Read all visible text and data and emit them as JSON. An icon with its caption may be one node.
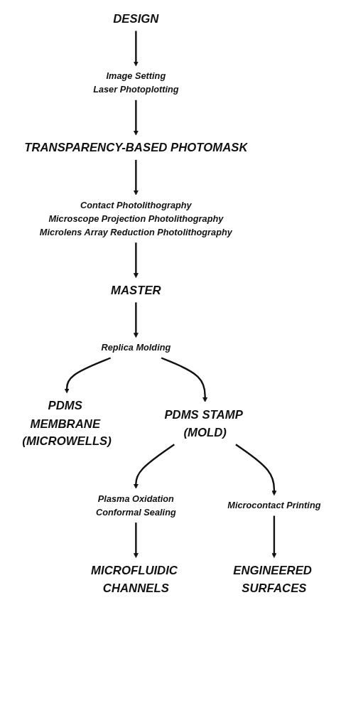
{
  "diagram": {
    "nodes": [
      {
        "text": [
          "DESIGN"
        ]
      },
      {
        "text": [
          "Image Setting",
          "Laser Photoplotting"
        ]
      },
      {
        "text": [
          "TRANSPARENCY-BASED PHOTOMASK"
        ]
      },
      {
        "text": [
          "Contact Photolithography",
          "Microscope Projection Photolithography",
          "Microlens Array Reduction Photolithography"
        ]
      },
      {
        "text": [
          "MASTER"
        ]
      },
      {
        "text": [
          "Replica Molding"
        ]
      },
      {
        "text": [
          "PDMS MEMBRANE (MICROWELLS)"
        ]
      },
      {
        "text": [
          "PDMS STAMP (MOLD)"
        ]
      },
      {
        "text": [
          "Plasma Oxidation",
          "Conformal Sealing"
        ]
      },
      {
        "text": [
          "Microcontact Printing"
        ]
      },
      {
        "text": [
          "MICROFLUIDIC CHANNELS"
        ]
      },
      {
        "text": [
          "ENGINEERED SURFACES"
        ]
      }
    ],
    "edges": [
      {
        "from": 0,
        "to": 1,
        "arrow": "to"
      },
      {
        "from": 1,
        "to": 2,
        "arrow": "to"
      },
      {
        "from": 2,
        "to": 3,
        "arrow": "to"
      },
      {
        "from": 3,
        "to": 4,
        "arrow": "to"
      },
      {
        "from": 4,
        "to": 5,
        "arrow": "to"
      },
      {
        "from": 5,
        "to": 6,
        "arrow": "to"
      },
      {
        "from": 5,
        "to": 7,
        "arrow": "to"
      },
      {
        "from": 7,
        "to": 8,
        "arrow": "to"
      },
      {
        "from": 7,
        "to": 9,
        "arrow": "to"
      },
      {
        "from": 8,
        "to": 10,
        "arrow": "to"
      },
      {
        "from": 9,
        "to": 11,
        "arrow": "to"
      }
    ]
  }
}
